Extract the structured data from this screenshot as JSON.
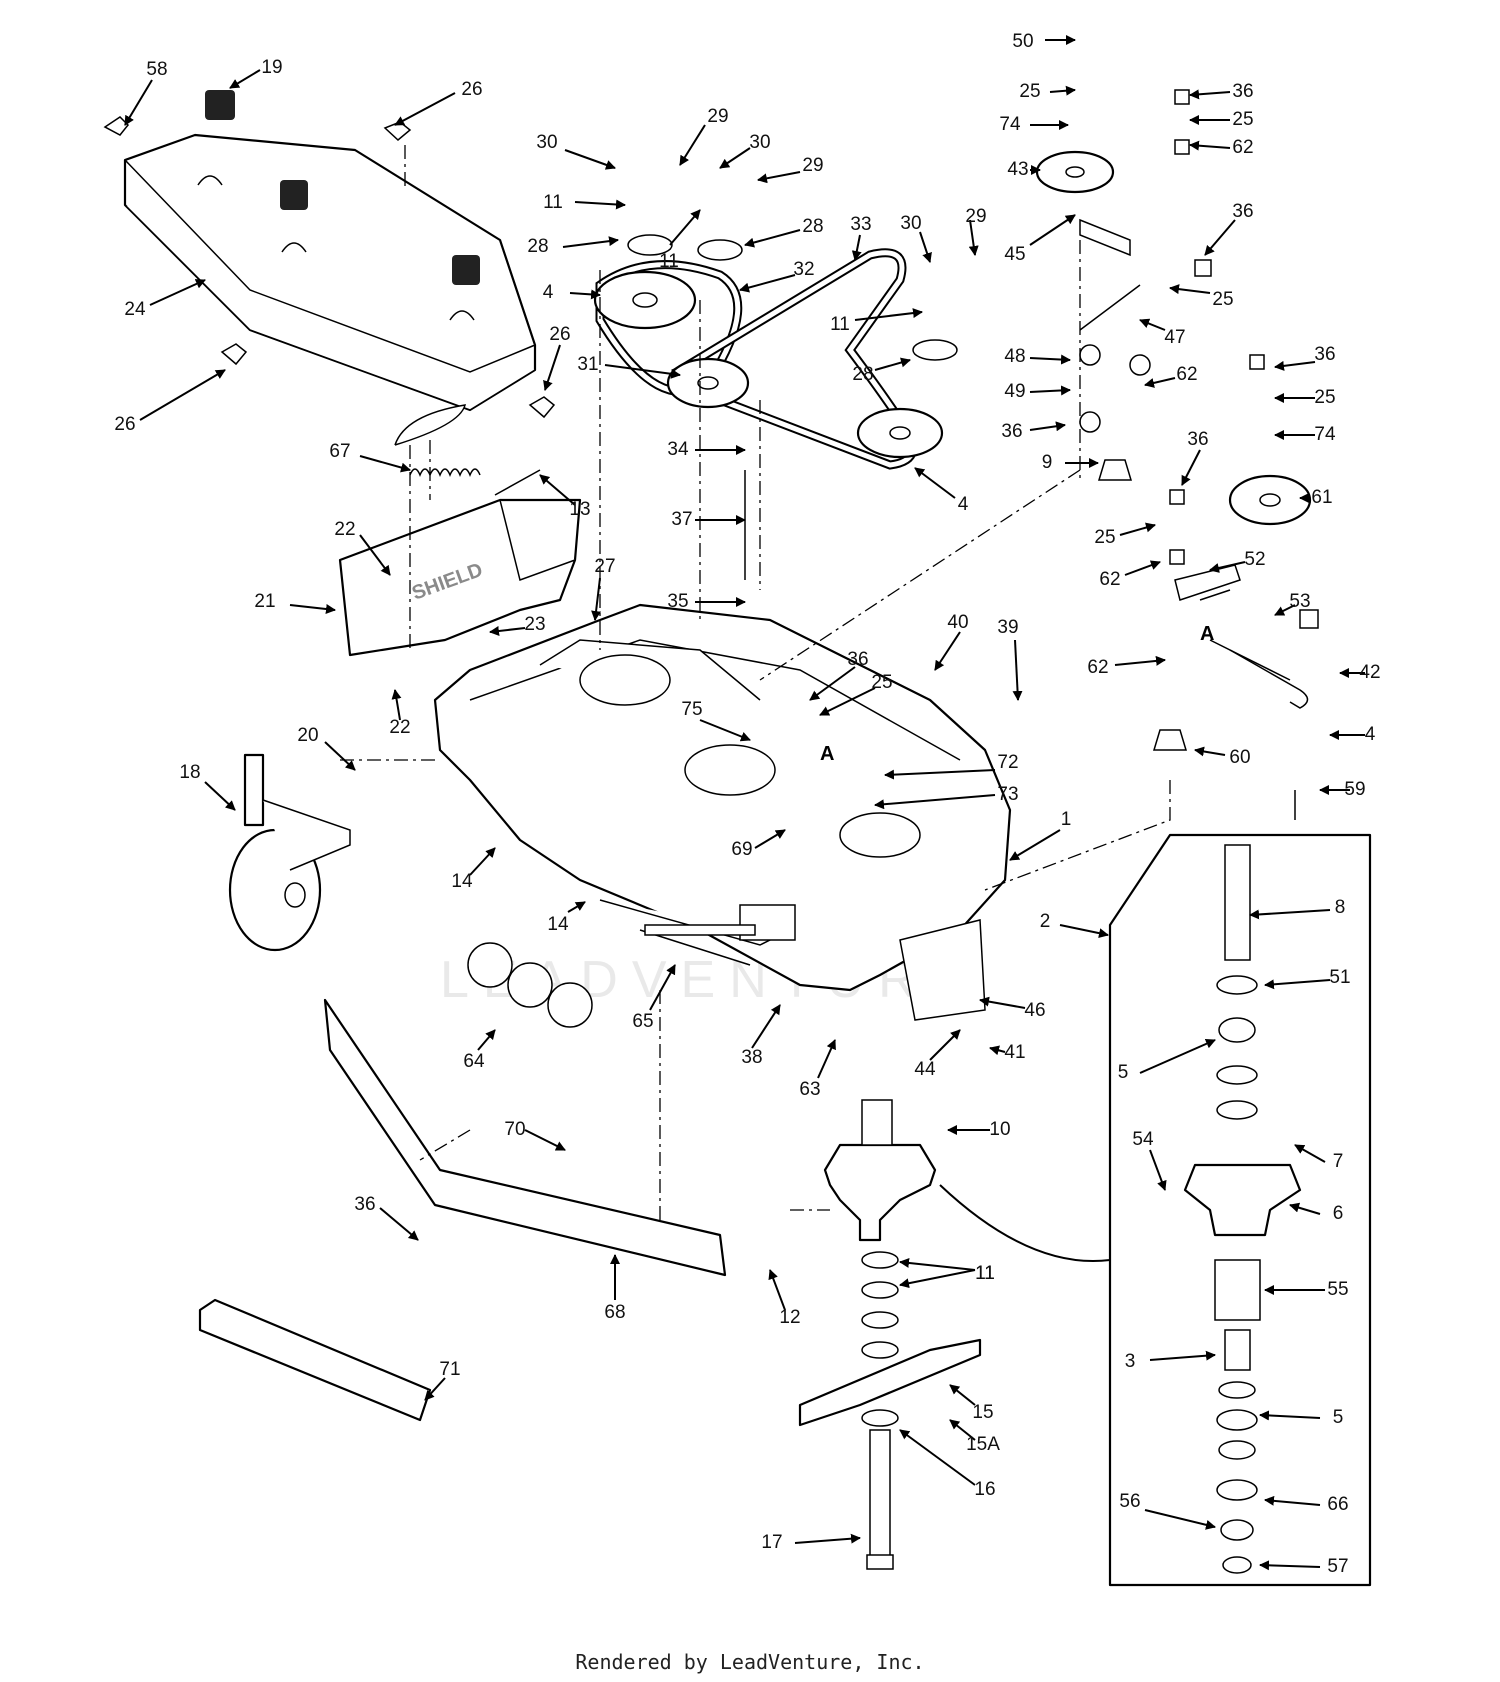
{
  "footer": {
    "text": "Rendered by LeadVenture, Inc."
  },
  "watermark": {
    "text": "LEADVENTURE"
  },
  "decal": {
    "text": "SHIELD"
  },
  "section_marks": [
    "A",
    "A"
  ],
  "callouts": [
    "58",
    "19",
    "26",
    "24",
    "26",
    "26",
    "30",
    "29",
    "30",
    "29",
    "11",
    "28",
    "11",
    "28",
    "4",
    "32",
    "33",
    "30",
    "29",
    "11",
    "28",
    "31",
    "4",
    "50",
    "25",
    "74",
    "43",
    "36",
    "25",
    "62",
    "45",
    "36",
    "25",
    "47",
    "48",
    "49",
    "62",
    "36",
    "9",
    "36",
    "25",
    "74",
    "61",
    "36",
    "25",
    "62",
    "52",
    "53",
    "62",
    "42",
    "4",
    "60",
    "59",
    "67",
    "13",
    "22",
    "21",
    "27",
    "23",
    "22",
    "20",
    "18",
    "34",
    "37",
    "35",
    "36",
    "25",
    "40",
    "39",
    "75",
    "72",
    "73",
    "69",
    "1",
    "14",
    "14",
    "65",
    "38",
    "63",
    "46",
    "44",
    "41",
    "64",
    "2",
    "8",
    "51",
    "5",
    "7",
    "54",
    "6",
    "55",
    "3",
    "5",
    "66",
    "56",
    "57",
    "10",
    "11",
    "11",
    "12",
    "15",
    "15A",
    "16",
    "17",
    "70",
    "36",
    "68",
    "71"
  ]
}
